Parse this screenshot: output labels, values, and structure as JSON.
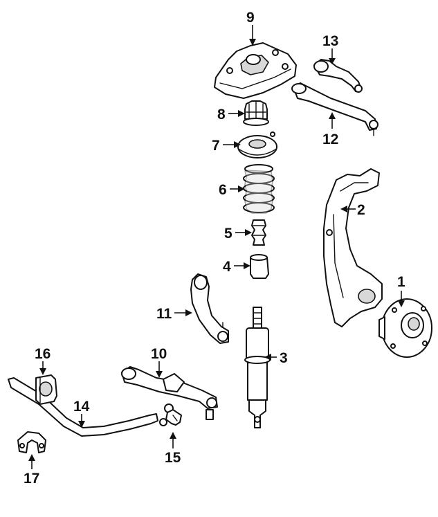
{
  "labels": {
    "p1": "1",
    "p2": "2",
    "p3": "3",
    "p4": "4",
    "p5": "5",
    "p6": "6",
    "p7": "7",
    "p8": "8",
    "p9": "9",
    "p10": "10",
    "p11": "11",
    "p12": "12",
    "p13": "13",
    "p14": "14",
    "p15": "15",
    "p16": "16",
    "p17": "17"
  },
  "colors": {
    "line": "#111111",
    "shade": "#d8d8d8",
    "background": "#ffffff"
  }
}
